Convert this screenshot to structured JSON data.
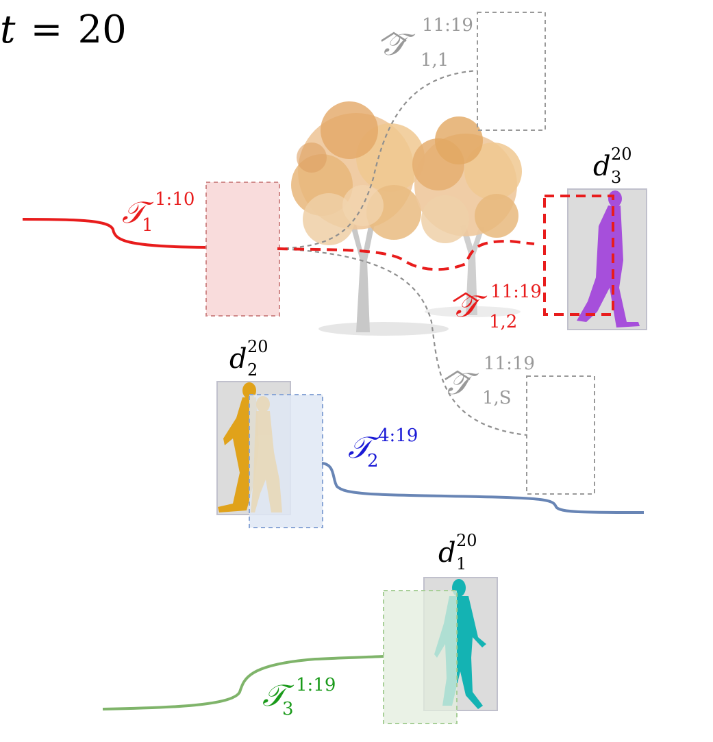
{
  "time_label": {
    "var": "t",
    "op": "=",
    "value": "20"
  },
  "colors": {
    "track1": "#e81c1c",
    "track1_box_fill": "#f9dcdc",
    "track1_box_stroke": "#d08a8a",
    "track2": "#6885b5",
    "track2_label": "#1a1ad6",
    "track2_box_fill": "#e3ebf7",
    "track2_box_stroke": "#8aa6d6",
    "track3": "#7fb46a",
    "track3_label": "#1a9a1a",
    "track3_box_fill": "#eaf3e4",
    "track3_box_stroke": "#a8cf98",
    "hypothesis_gray": "#999999",
    "detection_fill": "#d9d9d9",
    "detection_stroke": "#b8b8c8",
    "person_teal": "#14b3b3",
    "person_orange": "#e0a21a",
    "person_purple": "#a64fdb",
    "tree_foliage": "#e8b67a",
    "tree_trunk": "#bdbdbd"
  },
  "tracks": [
    {
      "id": "track-1",
      "symbol": "𝒯",
      "sub": "1",
      "sup": "1:10"
    },
    {
      "id": "track-2",
      "symbol": "𝒯",
      "sub": "2",
      "sup": "4:19"
    },
    {
      "id": "track-3",
      "symbol": "𝒯",
      "sub": "3",
      "sup": "1:19"
    }
  ],
  "hypotheses": [
    {
      "id": "hyp-1-1",
      "symbol": "𝒯",
      "hat": "︿",
      "sub": "1,1",
      "sup": "11:19"
    },
    {
      "id": "hyp-1-2",
      "symbol": "𝒯",
      "hat": "︿",
      "sub": "1,2",
      "sup": "11:19"
    },
    {
      "id": "hyp-1-S",
      "symbol": "𝒯",
      "hat": "︿",
      "sub": "1,S",
      "sup": "11:19"
    }
  ],
  "detections": [
    {
      "id": "det-1",
      "symbol": "d",
      "sub": "1",
      "sup": "20"
    },
    {
      "id": "det-2",
      "symbol": "d",
      "sub": "2",
      "sup": "20"
    },
    {
      "id": "det-3",
      "symbol": "d",
      "sub": "3",
      "sup": "20"
    }
  ]
}
